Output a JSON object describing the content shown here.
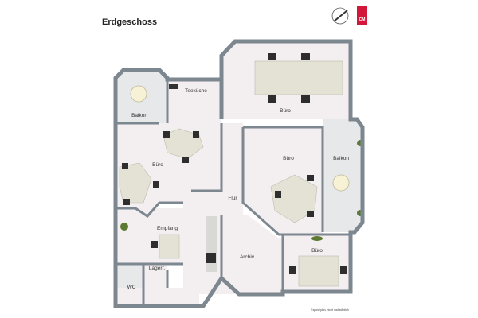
{
  "header": {
    "title": "Erdgeschoss"
  },
  "rooms": {
    "teekueche": "Teeküche",
    "buero_top": "Büro",
    "balkon_left": "Balkon",
    "buero_left": "Büro",
    "buero_middle": "Büro",
    "balkon_right": "Balkon",
    "flur": "Flur",
    "empfang": "Empfang",
    "archiv": "Archiv",
    "buero_bottom": "Büro",
    "lager": "Lagerr.",
    "wc": "WC"
  },
  "footer": {
    "note": "Exposéplan, nicht maßstäblich"
  },
  "logo": {
    "text": "CM",
    "color": "#d3173a"
  },
  "icons": [
    "compass-icon",
    "logo-icon"
  ]
}
